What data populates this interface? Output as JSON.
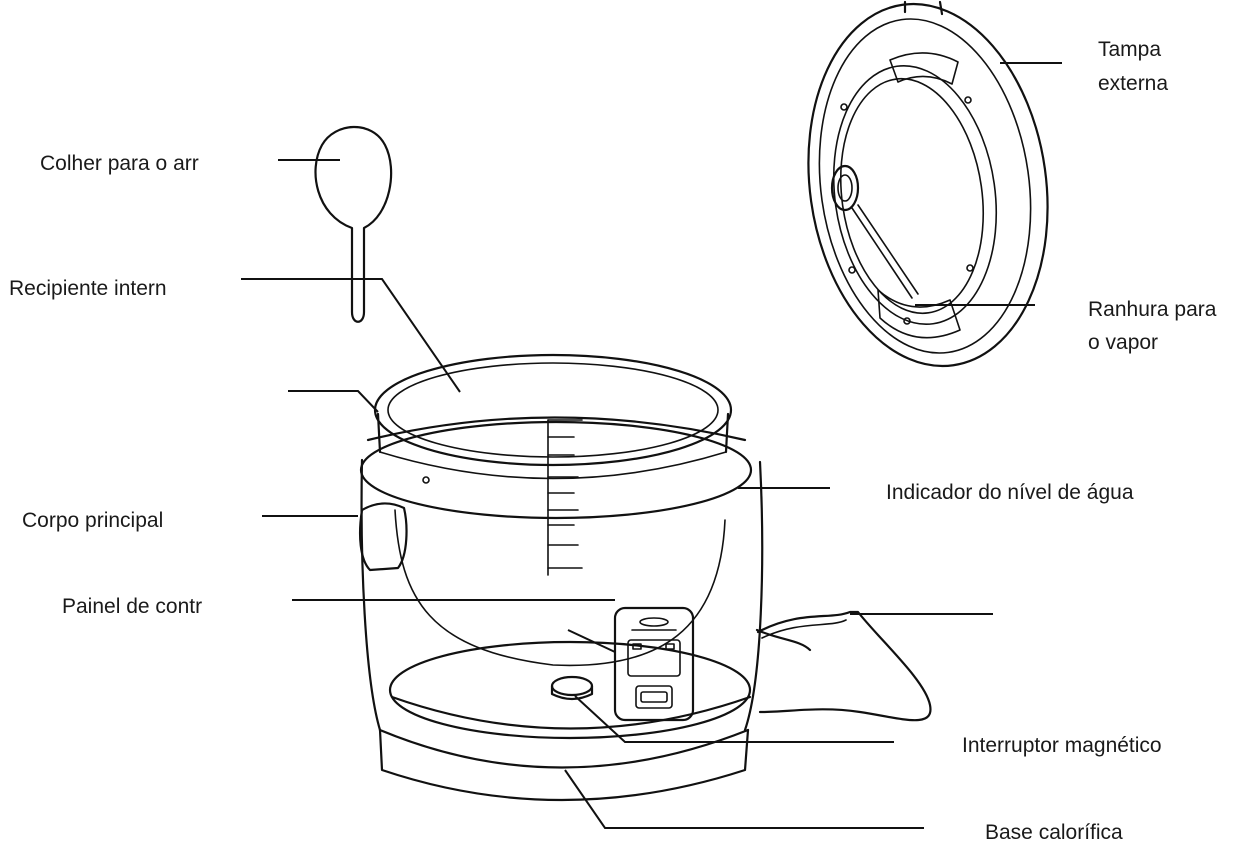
{
  "labels": {
    "lid_line1": "Tampa",
    "lid_line2": "externa",
    "spoon": "Colher para o arr",
    "inner_pot": "Recipiente intern",
    "steam_line1": "Ranhura para",
    "steam_line2": "o vapor",
    "water_level": "Indicador do nível de água",
    "body": "Corpo principal",
    "control_panel": "Painel de contr",
    "magnetic_switch": "Interruptor magnético",
    "heating_base": "Base calorífica"
  }
}
